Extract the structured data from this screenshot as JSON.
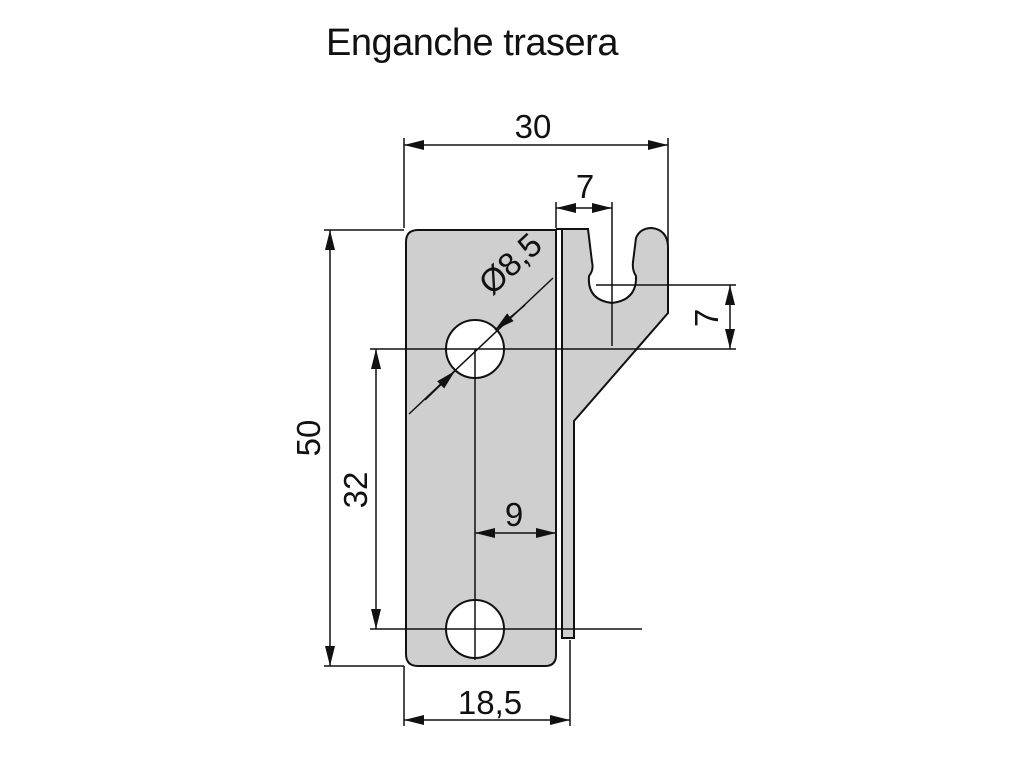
{
  "title": "Enganche trasera",
  "colors": {
    "part_fill": "#cfcfcf",
    "line": "#111111",
    "background": "#ffffff"
  },
  "dimensions": {
    "overall_width": "30",
    "slot_width": "7",
    "hole_diameter": "Ø8,5",
    "slot_offset": "7",
    "overall_height": "50",
    "hole_spacing": "32",
    "hole_to_edge": "9",
    "base_width": "18,5"
  }
}
